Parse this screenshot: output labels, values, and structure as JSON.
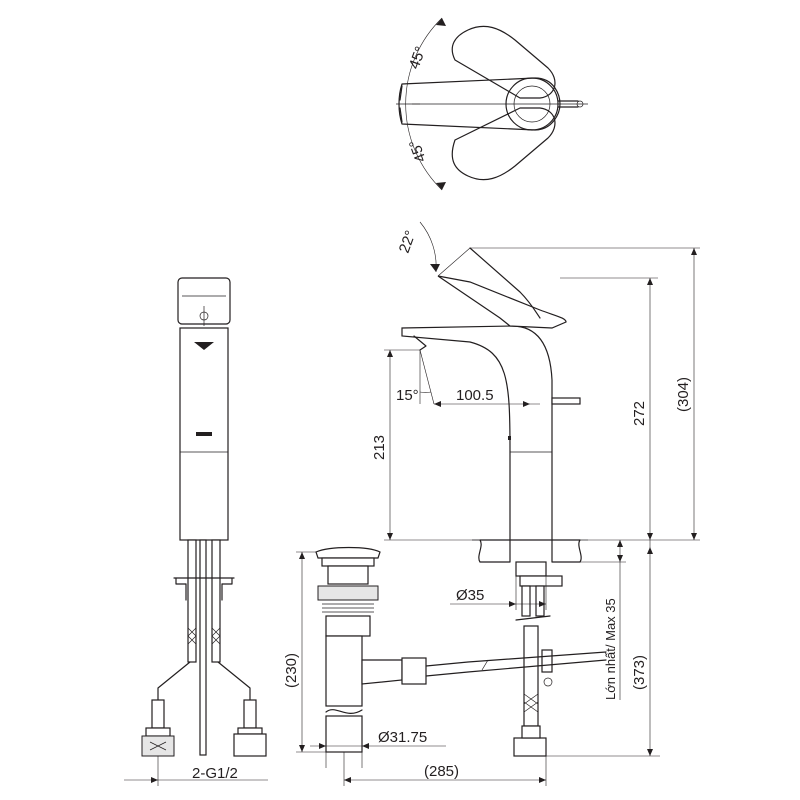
{
  "labels": {
    "top_angle_upper": "45°",
    "top_angle_lower": "45°",
    "handle_tilt": "22°",
    "spout_angle": "15°",
    "spout_reach": "100.5",
    "spout_height": "213",
    "body_height": "272",
    "total_height": "(304)",
    "pipe_diameter": "Ø35",
    "deck_thickness": "Lớn nhất/ Max 35",
    "under_deck_length": "(373)",
    "drain_height": "(230)",
    "drain_diameter": "Ø31.75",
    "rod_length": "(285)",
    "hose_thread": "2-G1/2"
  },
  "colors": {
    "line": "#231f20",
    "fill_light": "#e6e6e6",
    "background": "#ffffff"
  }
}
